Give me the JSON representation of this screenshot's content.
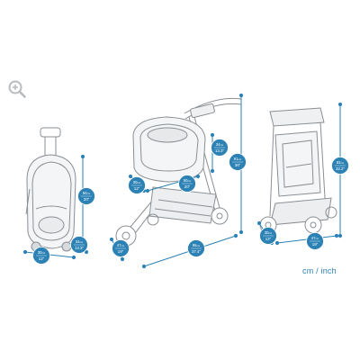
{
  "zoom_icon": "zoom-in-icon",
  "units_label": "cm / inch",
  "accent_color": "#2d82b5",
  "outline_color": "#8a8f94",
  "badges": [
    {
      "id": "backpack-height",
      "metric": "50",
      "metric_unit": "cm",
      "imperial": "20\""
    },
    {
      "id": "backpack-depth",
      "metric": "34",
      "metric_unit": "cm",
      "imperial": "13.3\""
    },
    {
      "id": "backpack-width",
      "metric": "30",
      "metric_unit": "cm",
      "imperial": "12\""
    },
    {
      "id": "stroller-carrier-width",
      "metric": "30",
      "metric_unit": "cm",
      "imperial": "12\""
    },
    {
      "id": "stroller-carrier-length",
      "metric": "50",
      "metric_unit": "cm",
      "imperial": "20\""
    },
    {
      "id": "stroller-carrier-height",
      "metric": "34",
      "metric_unit": "cm",
      "imperial": "13.3\""
    },
    {
      "id": "stroller-height",
      "metric": "91",
      "metric_unit": "cm",
      "imperial": "36\""
    },
    {
      "id": "stroller-front-width",
      "metric": "47",
      "metric_unit": "cm",
      "imperial": "19\""
    },
    {
      "id": "stroller-length",
      "metric": "95",
      "metric_unit": "cm",
      "imperial": "37.4\""
    },
    {
      "id": "folded-height",
      "metric": "82",
      "metric_unit": "cm",
      "imperial": "32.2\""
    },
    {
      "id": "folded-depth",
      "metric": "30",
      "metric_unit": "cm",
      "imperial": "12\""
    },
    {
      "id": "folded-width",
      "metric": "47",
      "metric_unit": "cm",
      "imperial": "19\""
    }
  ]
}
